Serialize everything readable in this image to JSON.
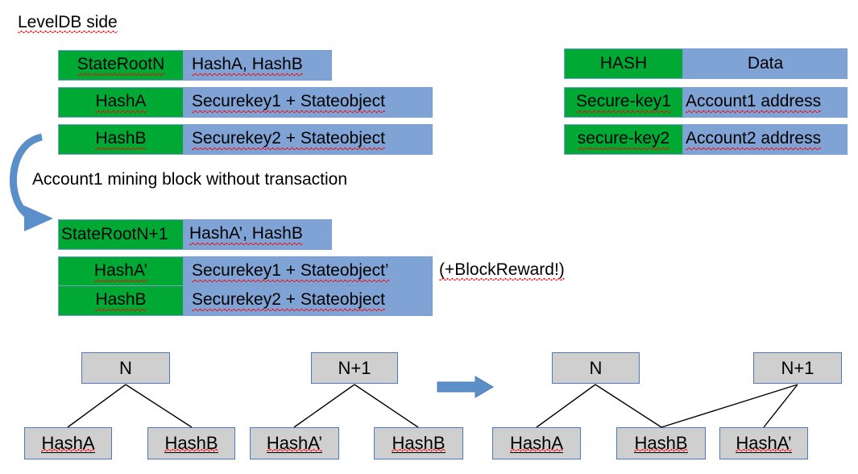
{
  "title": "LevelDB side",
  "caption": "Account1 mining block without transaction",
  "block_reward_note": "(+BlockReward!)",
  "colors": {
    "key_green": "#00a933",
    "value_blue": "#7fa3d4",
    "node_gray": "#cfcfcf",
    "node_border": "#4b7bbd",
    "arrow_blue": "#5b8fc9"
  },
  "trie_before": {
    "rows": [
      {
        "key": "StateRootN",
        "value": "HashA, HashB"
      },
      {
        "key": "HashA",
        "value": "Securekey1 + Stateobject"
      },
      {
        "key": "HashB",
        "value": "Securekey2 + Stateobject"
      }
    ]
  },
  "trie_after": {
    "rows": [
      {
        "key": "StateRootN+1",
        "value": "HashA’, HashB"
      },
      {
        "key": "HashA’",
        "value": "Securekey1 + Stateobject’"
      },
      {
        "key": "HashB",
        "value": "Securekey2 + Stateobject"
      }
    ]
  },
  "secure_key_table": {
    "headers": {
      "key": "HASH",
      "value": "Data"
    },
    "rows": [
      {
        "key": "Secure-key1",
        "value": "Account1 address"
      },
      {
        "key": "secure-key2",
        "value": "Account2 address"
      }
    ]
  },
  "trees": {
    "tree_n": {
      "root": "N",
      "leaves": [
        "HashA",
        "HashB"
      ]
    },
    "tree_n1": {
      "root": "N+1",
      "leaves": [
        "HashA’",
        "HashB"
      ]
    },
    "tree_merged": {
      "roots": [
        "N",
        "N+1"
      ],
      "leaves": [
        "HashA",
        "HashB",
        "HashA’"
      ]
    }
  },
  "icons": {
    "curved_arrow": "curved-down-arrow-icon",
    "right_arrow": "right-arrow-icon"
  }
}
